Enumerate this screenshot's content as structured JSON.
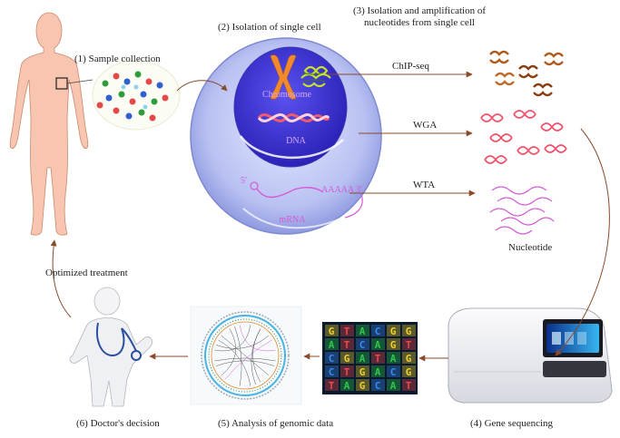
{
  "labels": {
    "sample_collection": "(1) Sample collection",
    "isolation_single_cell": "(2) Isolation of single cell",
    "isolation_amplification_line1": "(3) Isolation and amplification of",
    "isolation_amplification_line2": "nucleotides from single cell",
    "gene_sequencing": "(4) Gene sequencing",
    "analysis_genomic": "(5) Analysis of genomic data",
    "doctors_decision": "(6) Doctor's decision",
    "optimized_treatment": "Optimized treatment",
    "nucleotide": "Nucleotide"
  },
  "cell": {
    "chromosome": "Chromosome",
    "dna": "DNA",
    "mrna": "mRNA",
    "five_prime": "5′",
    "poly_a": "AAAAA 3′"
  },
  "methods": {
    "chip_seq": "ChIP-seq",
    "wga": "WGA",
    "wta": "WTA"
  },
  "colors": {
    "arrow": "#8a4a2a",
    "cell_outer": "#aab4ec",
    "cell_nucleus": "#3a2fd0",
    "mrna": "#d65ad6",
    "dna": "#f0506a"
  },
  "sequence_letters": [
    "G",
    "T",
    "A",
    "C",
    "G",
    "G",
    "A",
    "T",
    "C",
    "A",
    "G",
    "T",
    "C",
    "G",
    "A",
    "T",
    "A",
    "G",
    "C",
    "T",
    "G",
    "A",
    "C",
    "G",
    "T",
    "A",
    "G",
    "C",
    "A",
    "T"
  ]
}
